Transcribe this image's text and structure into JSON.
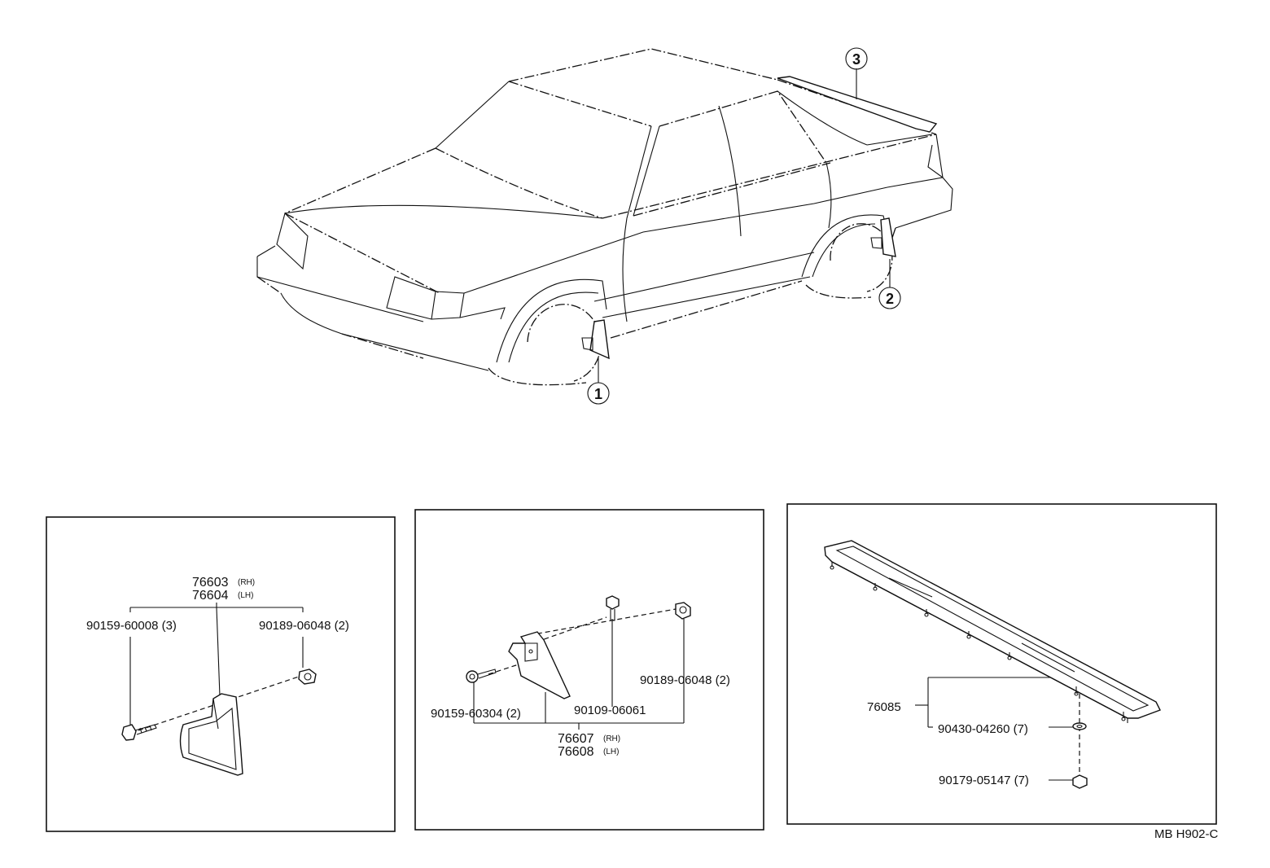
{
  "callouts": {
    "c1": "1",
    "c2": "2",
    "c3": "3"
  },
  "panel_left": {
    "part_rh": "76603",
    "part_rh_sfx": "(RH)",
    "part_lh": "76604",
    "part_lh_sfx": "(LH)",
    "screw": "90159-60008 (3)",
    "nut": "90189-06048 (2)"
  },
  "panel_middle": {
    "nut": "90189-06048 (2)",
    "screw": "90159-60304 (2)",
    "bolt": "90109-06061",
    "part_rh": "76607",
    "part_rh_sfx": "(RH)",
    "part_lh": "76608",
    "part_lh_sfx": "(LH)"
  },
  "panel_right": {
    "spoiler": "76085",
    "washer": "90430-04260 (7)",
    "nut": "90179-05147 (7)"
  },
  "diagram_code": "MB H902-C"
}
